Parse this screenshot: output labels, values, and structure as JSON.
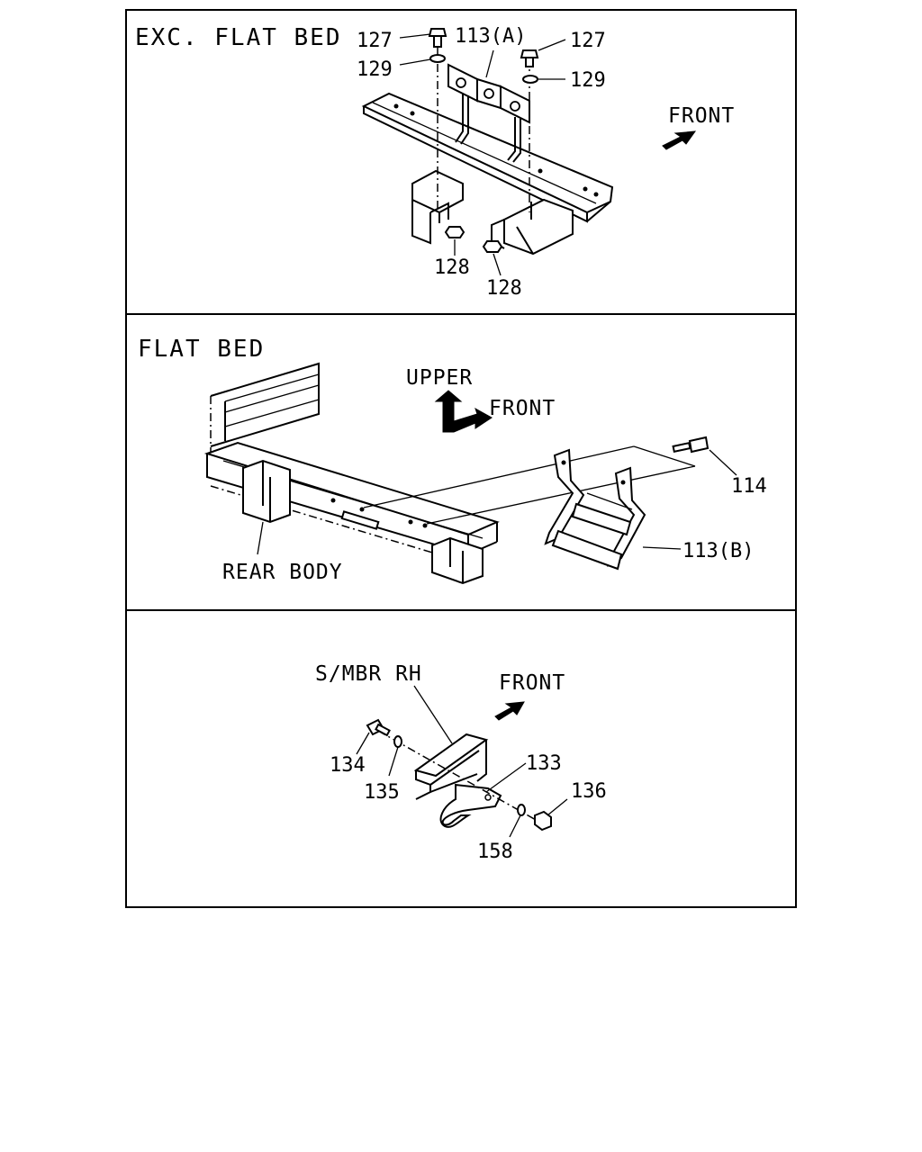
{
  "panels": [
    {
      "title": "EXC. FLAT BED",
      "labels": {
        "front": "FRONT"
      },
      "callouts": {
        "c127a": "127",
        "c113a": "113(A)",
        "c127b": "127",
        "c129a": "129",
        "c129b": "129",
        "c128a": "128",
        "c128b": "128"
      }
    },
    {
      "title": "FLAT BED",
      "labels": {
        "upper": "UPPER",
        "front": "FRONT",
        "rear_body": "REAR BODY"
      },
      "callouts": {
        "c114": "114",
        "c113b": "113(B)"
      }
    },
    {
      "title": "S/MBR RH",
      "labels": {
        "front": "FRONT"
      },
      "callouts": {
        "c133": "133",
        "c134": "134",
        "c135": "135",
        "c136": "136",
        "c158": "158"
      }
    }
  ]
}
